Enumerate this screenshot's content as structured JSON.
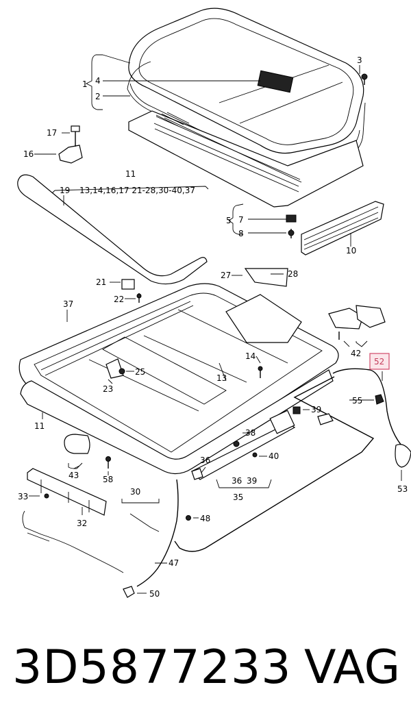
{
  "part_number": "3D5877233",
  "brand": "VAG",
  "highlight_color": "#d24a6a",
  "labels": {
    "l1": "1",
    "l2": "2",
    "l3": "3",
    "l4": "4",
    "l5": "5",
    "l7": "7",
    "l8": "8",
    "l10": "10",
    "l11a": "11",
    "l11_refs": "13,14,16,17 21-28,30-40,37",
    "l11b": "11",
    "l13": "13",
    "l14": "14",
    "l16": "16",
    "l17": "17",
    "l19": "19",
    "l21": "21",
    "l22": "22",
    "l23": "23",
    "l25": "25",
    "l27": "27",
    "l28": "28",
    "l30": "30",
    "l32": "32",
    "l33": "33",
    "l35": "35",
    "l36a": "36",
    "l36b": "36",
    "l37": "37",
    "l38": "38",
    "l39a": "39",
    "l39b": "39",
    "l40": "40",
    "l42": "42",
    "l43": "43",
    "l47": "47",
    "l48": "48",
    "l50": "50",
    "l52": "52",
    "l53": "53",
    "l55": "55",
    "l58": "58"
  }
}
